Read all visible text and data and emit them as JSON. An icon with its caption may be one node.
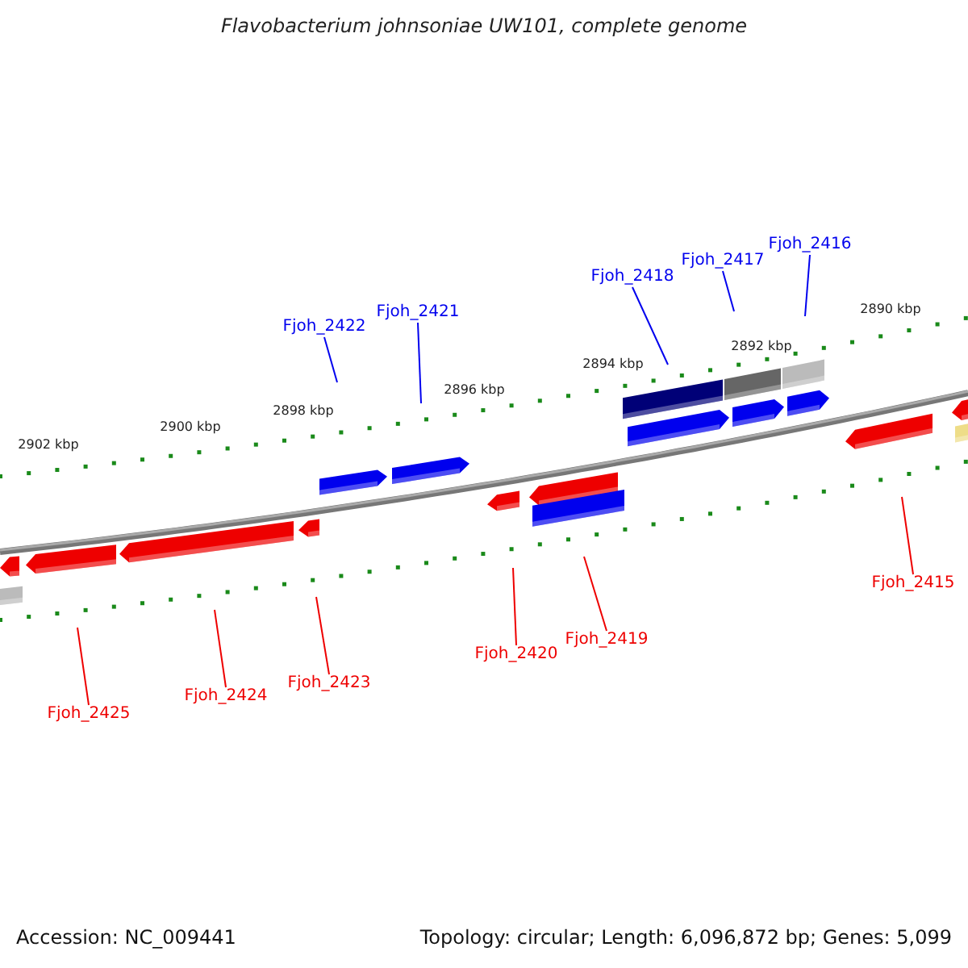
{
  "diagram": {
    "title": "Flavobacterium johnsoniae UW101, complete genome",
    "nodes": [
      {
        "text": [
          "Fjoh_2416"
        ]
      },
      {
        "text": [
          "Fjoh_2417"
        ]
      },
      {
        "text": [
          "Fjoh_2418"
        ]
      },
      {
        "text": [
          "Fjoh_2421"
        ]
      },
      {
        "text": [
          "Fjoh_2422"
        ]
      },
      {
        "text": [
          "Fjoh_2425"
        ]
      },
      {
        "text": [
          "Fjoh_2424"
        ]
      },
      {
        "text": [
          "Fjoh_2423"
        ]
      },
      {
        "text": [
          "Fjoh_2420"
        ]
      },
      {
        "text": [
          "Fjoh_2419"
        ]
      },
      {
        "text": [
          "Fjoh_2415"
        ]
      }
    ],
    "edges": [
      {
        "from": 0,
        "to": null,
        "arrow": "none",
        "color": "#0000ee"
      },
      {
        "from": 1,
        "to": null,
        "arrow": "none",
        "color": "#0000ee"
      },
      {
        "from": 2,
        "to": null,
        "arrow": "none",
        "color": "#0000ee"
      },
      {
        "from": 3,
        "to": null,
        "arrow": "none",
        "color": "#0000ee"
      },
      {
        "from": 4,
        "to": null,
        "arrow": "none",
        "color": "#0000ee"
      },
      {
        "from": 5,
        "to": null,
        "arrow": "none"
      },
      {
        "from": 6,
        "to": null,
        "arrow": "none"
      },
      {
        "from": 7,
        "to": null,
        "arrow": "none"
      },
      {
        "from": 8,
        "to": null,
        "arrow": "none"
      },
      {
        "from": 9,
        "to": null,
        "arrow": "none"
      },
      {
        "from": 10,
        "to": null,
        "arrow": "none"
      }
    ],
    "labels": [
      "2902 kbp",
      "2900 kbp",
      "2898 kbp",
      "2896 kbp",
      "2894 kbp",
      "2892 kbp",
      "2890 kbp",
      "Accession: NC_009441",
      "Topology: circular; Length: 6,096,872 bp; Genes: 5,099"
    ]
  }
}
